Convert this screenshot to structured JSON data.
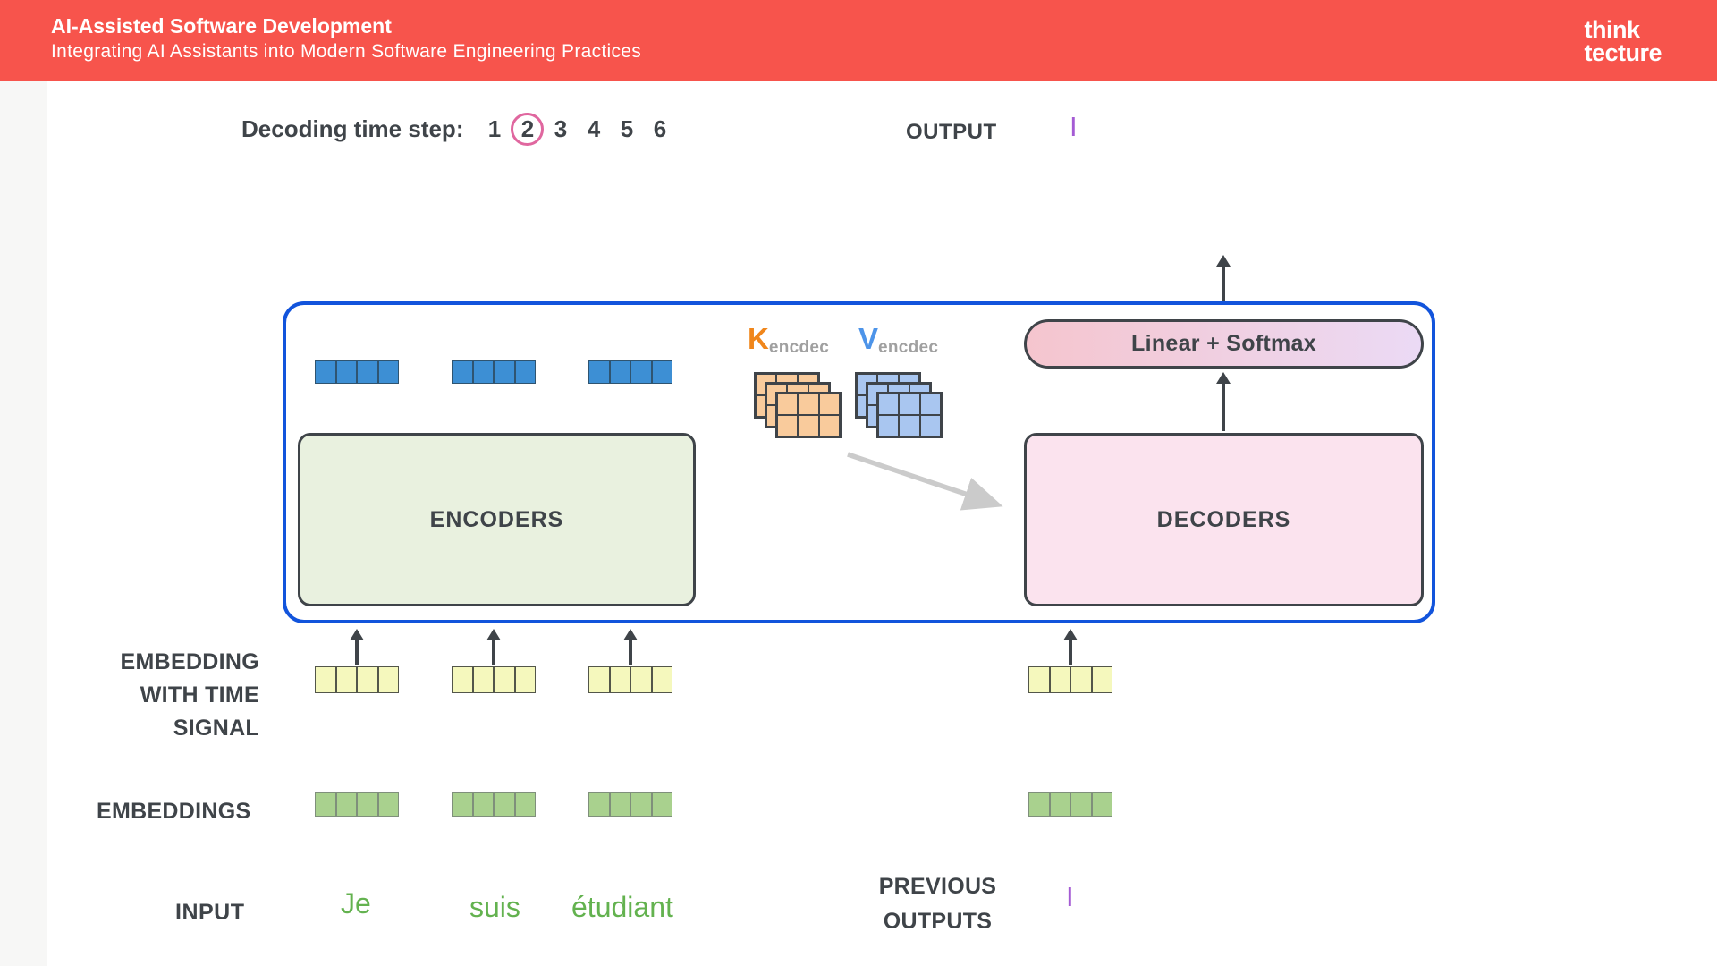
{
  "header": {
    "title": "AI-Assisted Software Development",
    "subtitle": "Integrating AI Assistants into Modern Software Engineering Practices",
    "logo_line1": "think",
    "logo_line2": "tecture"
  },
  "diagram": {
    "decoding": {
      "label": "Decoding time step:",
      "steps": [
        "1",
        "2",
        "3",
        "4",
        "5",
        "6"
      ],
      "active_step": "2"
    },
    "output": {
      "label": "OUTPUT",
      "value": "I"
    },
    "blocks": {
      "encoders": "ENCODERS",
      "decoders": "DECODERS",
      "linear_softmax": "Linear + Softmax"
    },
    "kv": {
      "k_letter": "K",
      "k_sub": "encdec",
      "v_letter": "V",
      "v_sub": "encdec"
    },
    "labels": {
      "embedding_time_line1": "EMBEDDING",
      "embedding_time_line2": "WITH TIME",
      "embedding_time_line3": "SIGNAL",
      "embeddings": "EMBEDDINGS",
      "input": "INPUT",
      "previous_outputs_line1": "PREVIOUS",
      "previous_outputs_line2": "OUTPUTS"
    },
    "input_tokens": [
      "Je",
      "suis",
      "étudiant"
    ],
    "previous_output_value": "I",
    "vector_cells": 4,
    "matrix": {
      "rows": 2,
      "cols": 3
    }
  },
  "colors": {
    "header_bg": "#F7544C",
    "ink": "#3F4449",
    "accent_blue": "#1254DC",
    "step_ring": "#E0679F",
    "encoder_fill": "#E9F1DF",
    "decoder_fill": "#FBE3EE",
    "pill_left": "#F5C5CE",
    "pill_right": "#EBDAF5",
    "vector_blue": "#3D8FD4",
    "vector_yellow": "#F5F8BD",
    "vector_green": "#A9D18E",
    "matrix_orange": "#F9CB9C",
    "matrix_blue": "#A9C6F0",
    "k_orange": "#F0861B",
    "v_blue": "#4D94E9",
    "subscript_gray": "#A0A0A0",
    "input_green": "#63B24F",
    "output_purple": "#A45BD4",
    "arrow_gray": "#CBCBCB"
  }
}
